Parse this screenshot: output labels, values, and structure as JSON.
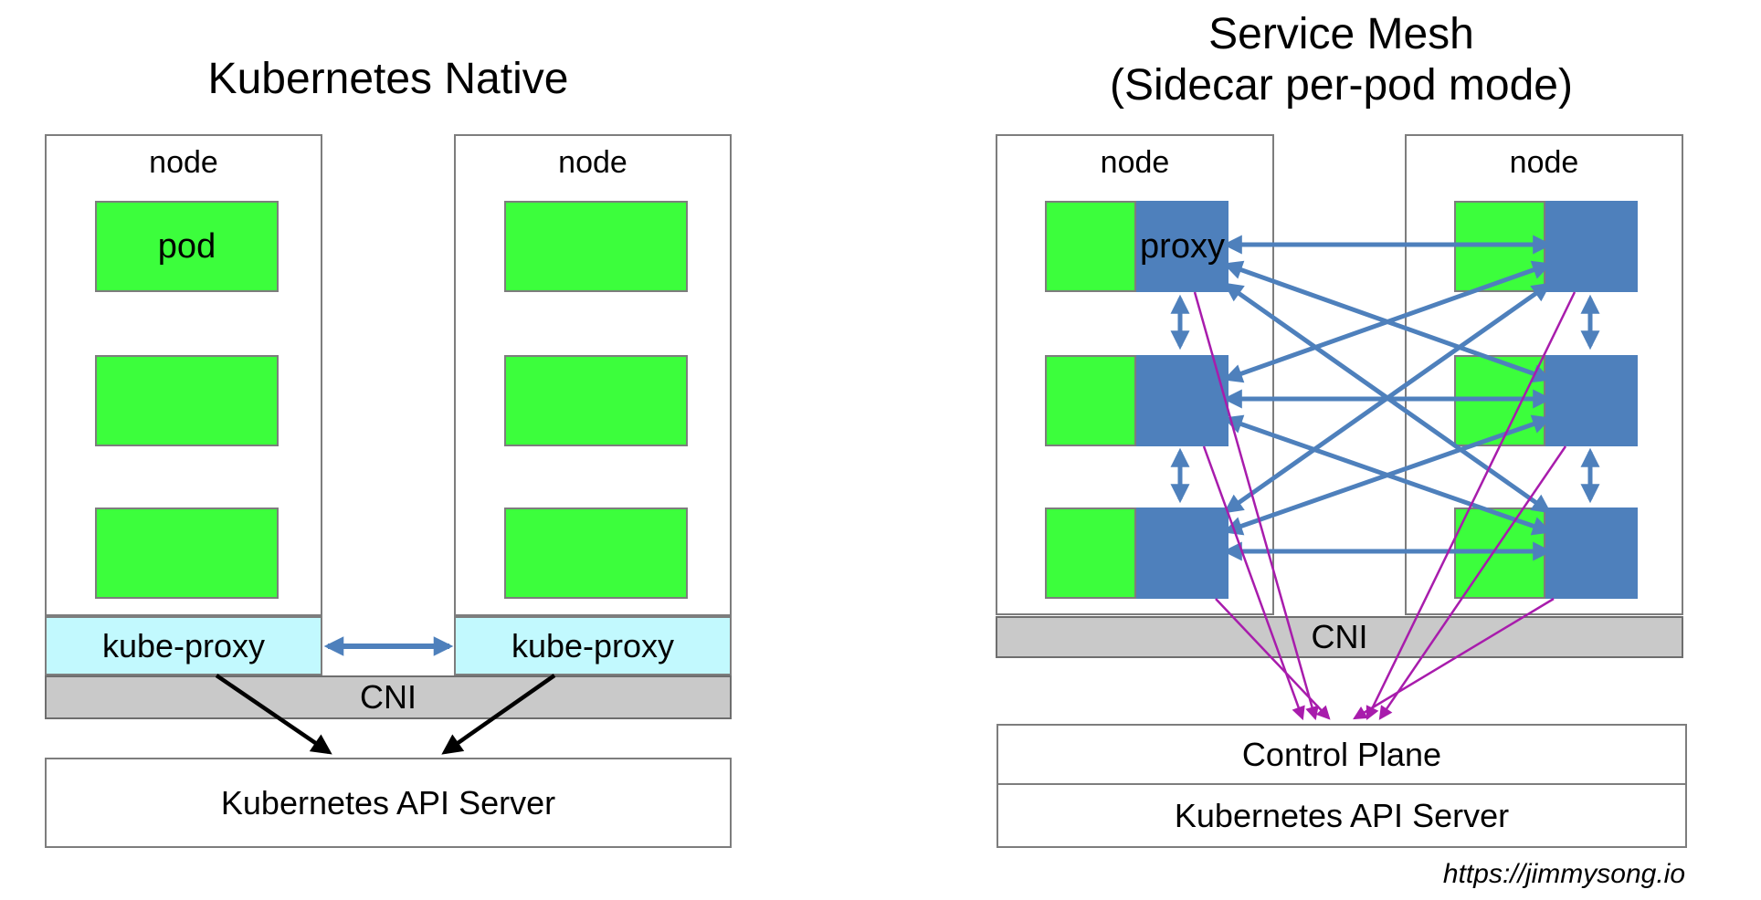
{
  "left": {
    "title": "Kubernetes Native",
    "nodes": [
      {
        "label": "node",
        "pods": [
          {
            "label": "pod"
          },
          {
            "label": ""
          },
          {
            "label": ""
          }
        ],
        "kube_proxy": "kube-proxy"
      },
      {
        "label": "node",
        "pods": [
          {
            "label": ""
          },
          {
            "label": ""
          },
          {
            "label": ""
          }
        ],
        "kube_proxy": "kube-proxy"
      }
    ],
    "cni": "CNI",
    "api_server": "Kubernetes API Server"
  },
  "right": {
    "title_line1": "Service Mesh",
    "title_line2": "(Sidecar per-pod mode)",
    "nodes": [
      {
        "label": "node",
        "pods": [
          {
            "proxy_label": "proxy"
          },
          {
            "proxy_label": ""
          },
          {
            "proxy_label": ""
          }
        ]
      },
      {
        "label": "node",
        "pods": [
          {
            "proxy_label": ""
          },
          {
            "proxy_label": ""
          },
          {
            "proxy_label": ""
          }
        ]
      }
    ],
    "cni": "CNI",
    "control_plane": "Control Plane",
    "api_server": "Kubernetes API Server"
  },
  "attribution": "https://jimmysong.io",
  "colors": {
    "pod_green": "#3cfe3c",
    "sidecar_proxy_blue": "#4e80bc",
    "kube_proxy_cyan": "#c2f9fe",
    "cni_gray": "#c9c9c9",
    "box_border_gray": "#7d7d7d",
    "mesh_arrow_blue": "#4e80bc",
    "control_plane_arrow_purple": "#a81cac",
    "api_arrow_black": "#000000"
  }
}
